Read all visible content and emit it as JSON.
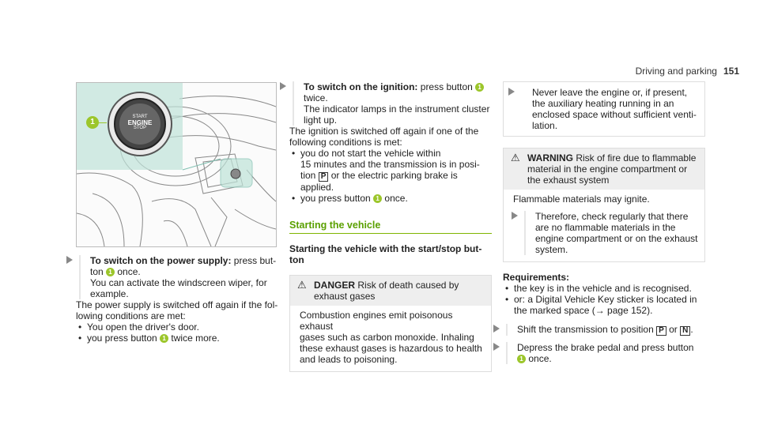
{
  "header": {
    "section": "Driving and parking",
    "page_number": "151"
  },
  "figure": {
    "callout": "1",
    "button_line1": "START",
    "button_line2": "ENGINE",
    "button_line3": "STOP"
  },
  "col1": {
    "step_title": "To switch on the power supply:",
    "step_text_a": "press but-",
    "step_text_b1": "ton",
    "step_badge": "1",
    "step_text_b2": "once.",
    "step_text_c": "You can activate the windscreen wiper, for",
    "step_text_d": "example.",
    "para_a": "The power supply is switched off again if the fol-",
    "para_b": "lowing conditions are met:",
    "bullet1": "You open the driver's door.",
    "bullet2_a": "you press button",
    "bullet2_badge": "1",
    "bullet2_b": "twice more."
  },
  "col2": {
    "step_title": "To switch on the ignition:",
    "step_text_a": "press button",
    "step_badge": "1",
    "step_text_b": "twice.",
    "step_text_c": "The indicator lamps in the instrument cluster",
    "step_text_d": "light up.",
    "para_a": "The ignition is switched off again if one of the",
    "para_b": "following conditions is met:",
    "bullet1_a": "you do not start the vehicle within",
    "bullet1_b": "15 minutes and the transmission is in posi-",
    "bullet1_c1": "tion",
    "bullet1_p": "P",
    "bullet1_c2": "or the electric parking brake is",
    "bullet1_d": "applied.",
    "bullet2_a": "you press button",
    "bullet2_badge": "1",
    "bullet2_b": "once.",
    "section_title": "Starting the vehicle",
    "sub_title_a": "Starting the vehicle with the start/stop but-",
    "sub_title_b": "ton",
    "danger_label": "DANGER",
    "danger_head_a": "Risk of death caused by",
    "danger_head_b": "exhaust gases",
    "danger_body_a": "Combustion engines emit poisonous exhaust",
    "danger_body_b": "gases such as carbon monoxide. Inhaling",
    "danger_body_c": "these exhaust gases is hazardous to health",
    "danger_body_d": "and leads to poisoning."
  },
  "col3": {
    "step_a": "Never leave the engine or, if present,",
    "step_b": "the auxiliary heating running in an",
    "step_c": "enclosed space without sufficient venti-",
    "step_d": "lation.",
    "warning_label": "WARNING",
    "warning_head_a": "Risk of fire due to flammable",
    "warning_head_b": "material in the engine compartment or",
    "warning_head_c": "the exhaust system",
    "warning_body": "Flammable materials may ignite.",
    "warning_step_a": "Therefore, check regularly that there",
    "warning_step_b": "are no flammable materials in the",
    "warning_step_c": "engine compartment or on the exhaust",
    "warning_step_d": "system.",
    "req_title": "Requirements:",
    "req1": "the key is in the vehicle and is recognised.",
    "req2_a": "or: a Digital Vehicle Key sticker is located in",
    "req2_b": "the marked space (→ page 152).",
    "step2_a": "Shift the transmission to position",
    "step2_p": "P",
    "step2_or": "or",
    "step2_n": "N",
    "step2_dot": ".",
    "step3_a": "Depress the brake pedal and press button",
    "step3_badge": "1",
    "step3_b": "once."
  }
}
